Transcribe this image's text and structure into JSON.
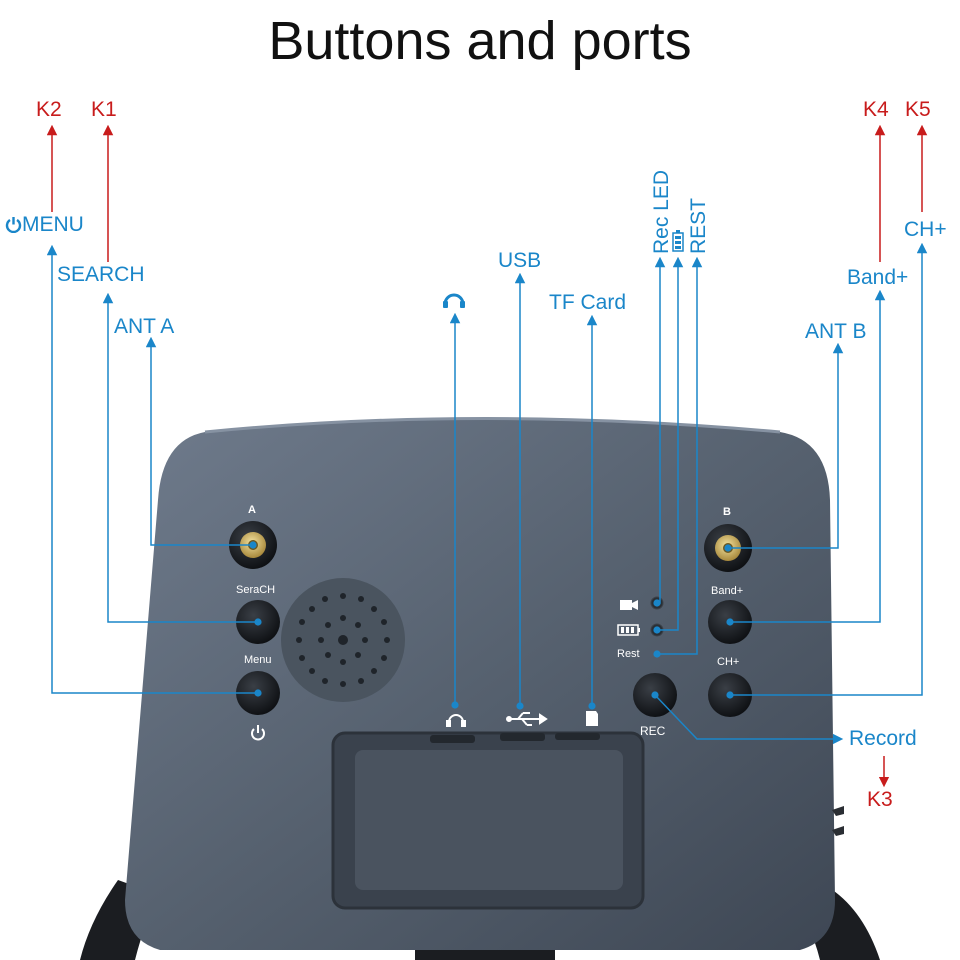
{
  "title": "Buttons and ports",
  "keys": {
    "k1": "K1",
    "k2": "K2",
    "k3": "K3",
    "k4": "K4",
    "k5": "K5"
  },
  "labels": {
    "menu": "MENU",
    "search": "SEARCH",
    "ant_a": "ANT A",
    "usb": "USB",
    "tf_card": "TF Card",
    "rec_led": "Rec LED",
    "rest": "REST",
    "ch_plus": "CH+",
    "band_plus": "Band+",
    "ant_b": "ANT B",
    "record": "Record"
  },
  "device": {
    "ant_a": "A",
    "ant_b": "B",
    "serach": "SeraCH",
    "menu": "Menu",
    "band_plus": "Band+",
    "ch_plus": "CH+",
    "rest": "Rest",
    "rec": "REC"
  },
  "icons": [
    "power-icon",
    "headphones-icon",
    "usb-icon",
    "sd-card-icon",
    "battery-icon",
    "camera-icon"
  ],
  "colors": {
    "callout": "#1a86c9",
    "key": "#c81c1c",
    "body": "#5a6676"
  }
}
